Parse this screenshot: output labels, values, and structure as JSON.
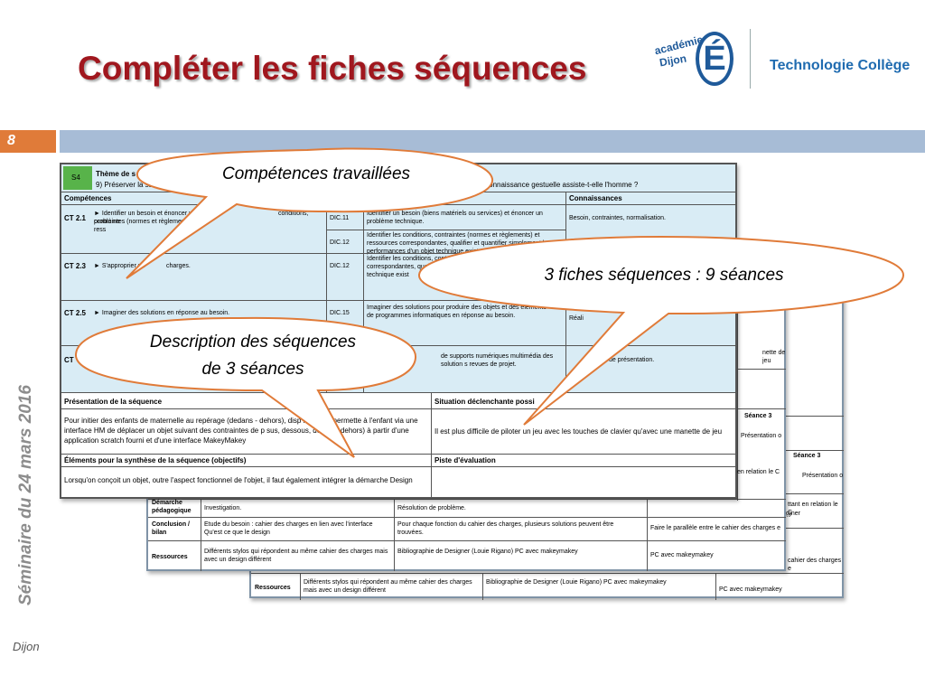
{
  "title": "Compléter les fiches séquences",
  "logo": {
    "academie": "académie",
    "dijon": "Dijon",
    "e_letter": "É",
    "technologie": "Technologie Collège"
  },
  "slide_number": "8",
  "side_text": "Séminaire du 24 mars 2016",
  "footer": "Dijon",
  "callouts": {
    "competences": "Compétences travaillées",
    "fiches": "3 fiches séquences : 9 séances",
    "description_l1": "Description des séquences",
    "description_l2": "de 3 séances"
  },
  "sheet1": {
    "s4": "S4",
    "theme_label": "Thème de s",
    "theme_question": "9) Préserver la sa",
    "theme_question_end": "reconnaissance gestuelle assiste-t-elle l'homme ?",
    "col_competences": "Compétences",
    "col_e": "e",
    "col_connaissances": "Connaissances",
    "rows": [
      {
        "code": "CT 2.1",
        "desc": "► Identifier un besoin et énoncer un problème",
        "desc2": "contraintes (normes et règlements) et ress",
        "desc3": "conditions,",
        "dic": "DIC.11",
        "txt": "Identifier un besoin (biens matériels ou services) et énoncer un problème technique.",
        "conn": "Besoin, contraintes, normalisation."
      },
      {
        "code": "",
        "desc": "",
        "dic": "DIC.12",
        "txt": "Identifier les conditions, contraintes (normes et règlements) et ressources correspondantes, qualifier et quantifier simplement les performances d'un objet technique existant ou à créer.",
        "conn": ""
      },
      {
        "code": "CT 2.3",
        "desc": "► S'approprier un",
        "desc3": "charges.",
        "dic": "DIC.12",
        "txt": "Identifier les conditions, contrai correspondantes, quali objet technique exist",
        "conn": ""
      },
      {
        "code": "CT 2.5",
        "desc": "► Imaginer des solutions en réponse au besoin.",
        "dic": "DIC.15",
        "txt": "Imaginer des solutions pour produire des objets et des éléments de programmes informatiques en réponse au besoin.",
        "conn": "Réali"
      },
      {
        "code": "CT",
        "desc": "",
        "dic": "",
        "txt": "de supports numériques multimédia des solution s revues de projet.",
        "conn": "de présentation."
      }
    ],
    "presentation_label": "Présentation de la séquence",
    "presentation_text": "Pour initier des enfants de maternelle au repérage (dedans - dehors), disp                    nette qui permette à l'enfant via une interface HM de déplacer un objet  suivant des contraintes de p                 sus, dessous, dedans, dehors) à partir d'une application scratch fourni et d'une interface MakeyMakey",
    "situation_label": "Situation déclenchante possi",
    "situation_text": "Il est plus difficile de piloter un jeu avec les touches de clavier qu'avec une manette de jeu",
    "elements_label": "Éléments pour la synthèse de la séquence (objectifs)",
    "elements_text": "Lorsqu'on conçoit un objet, outre l'aspect fonctionnel de l'objet, il faut également intégrer la démarche Design",
    "piste_label": "Piste d'évaluation"
  },
  "sheet2": {
    "demarche_label": "Démarche pédagogique",
    "demarche_1": "Investigation.",
    "demarche_2": "Résolution de problème.",
    "conclusion_label": "Conclusion / bilan",
    "conclusion_1": "Etude du besoin : cahier des charges en lien avec l'interface Qu'est ce que le design",
    "conclusion_2": "Pour chaque fonction du cahier des charges, plusieurs solutions peuvent être trouvées.",
    "conclusion_3": "Faire le parallèle entre le cahier des charges e",
    "ressources_label": "Ressources",
    "ressources_1": "Différents stylos qui répondent au même cahier des charges mais avec un design différent",
    "ressources_2": "Bibliographie de Designer (Louie Rigano) PC avec makeymakey",
    "ressources_3": "PC avec makeymakey",
    "seance3": "Séance 3",
    "presentation_o": "Présentation o",
    "manette": "nette de jeu",
    "relation": "en relation le C",
    "gner": "gner"
  },
  "sheet3": {
    "seance3": "Séance 3",
    "presentation_o": "Présentation o",
    "relation": "ttant en relation le C",
    "gner": "gner",
    "cahier": "cahier des charges e",
    "ressources_label": "Ressources",
    "ressources_1": "Différents stylos qui répondent au même cahier des charges mais avec un design différent",
    "ressources_2": "Bibliographie de Designer (Louie Rigano) PC avec makeymakey",
    "ressources_3": "PC avec makeymakey"
  },
  "colors": {
    "title": "#a0171e",
    "orange": "#e07b39",
    "bar": "#a7bcd6",
    "sheet_bg": "#d9ecf5"
  }
}
